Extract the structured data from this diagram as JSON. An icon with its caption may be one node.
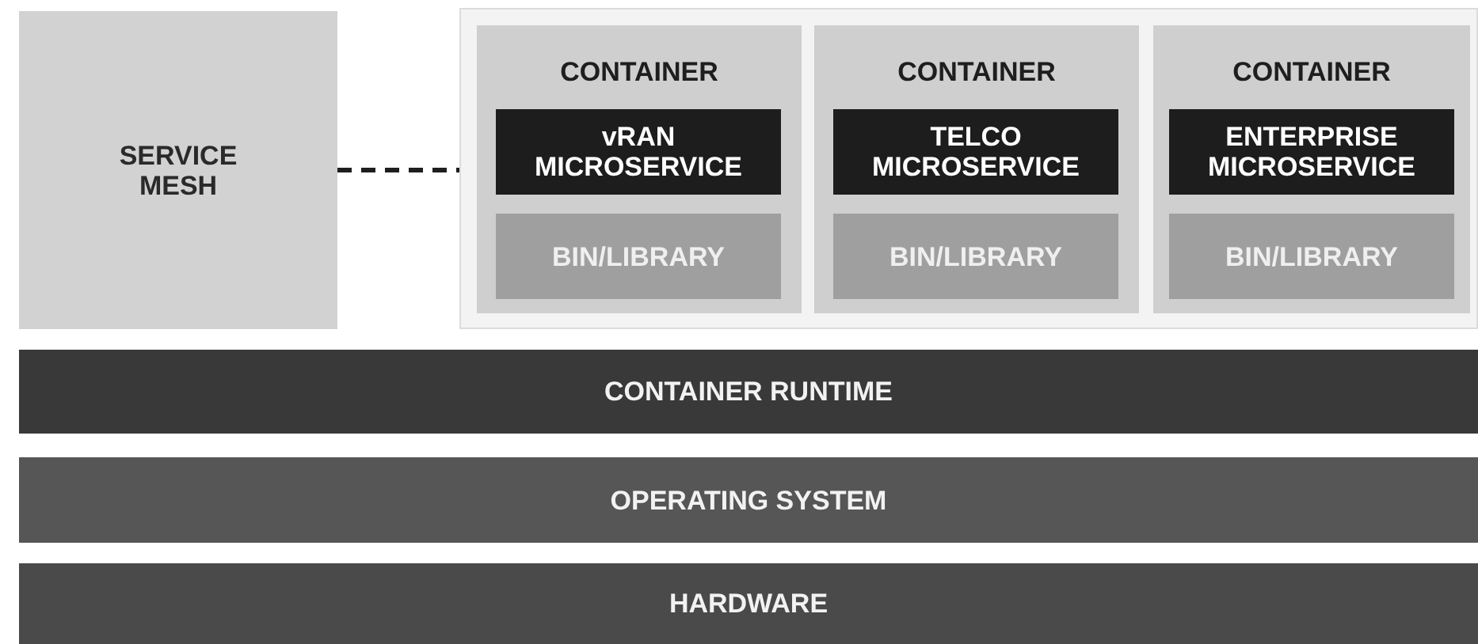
{
  "diagram": {
    "nodes": [
      {
        "text": [
          "SERVICE MESH"
        ]
      },
      {
        "text": [],
        "shape": "box"
      },
      {
        "text": [
          "CONTAINER"
        ],
        "in": 1
      },
      {
        "text": [
          "vRAN MICROSERVICE"
        ],
        "in": 2
      },
      {
        "text": [
          "BIN/LIBRARY"
        ],
        "in": 2
      },
      {
        "text": [
          "CONTAINER"
        ],
        "in": 1
      },
      {
        "text": [
          "TELCO MICROSERVICE"
        ],
        "in": 5
      },
      {
        "text": [
          "BIN/LIBRARY"
        ],
        "in": 5
      },
      {
        "text": [
          "CONTAINER"
        ],
        "in": 1
      },
      {
        "text": [
          "ENTERPRISE MICROSERVICE"
        ],
        "in": 8
      },
      {
        "text": [
          "BIN/LIBRARY"
        ],
        "in": 8
      },
      {
        "text": [
          "CONTAINER RUNTIME"
        ]
      },
      {
        "text": [
          "OPERATING SYSTEM"
        ]
      },
      {
        "text": [
          "HARDWARE"
        ]
      }
    ],
    "edges": [
      {
        "from": 0,
        "to": 1,
        "arrow": "none",
        "style": "dashed"
      }
    ]
  }
}
